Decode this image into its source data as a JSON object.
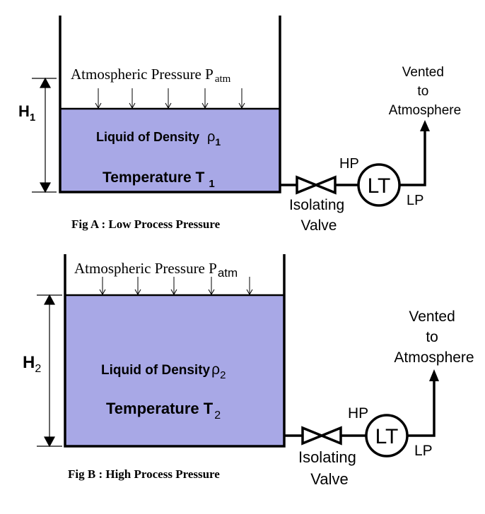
{
  "colors": {
    "liquid": "#a8a8e6",
    "line": "#000000",
    "background": "#ffffff"
  },
  "figA": {
    "atm_label": "Atmospheric Pressure P",
    "atm_sub": "atm",
    "height_label": "H",
    "height_sub": "1",
    "density_label": "Liquid of Density ",
    "density_symbol": "ρ",
    "density_sub": "1",
    "temperature_label": "Temperature T",
    "temperature_sub": "1",
    "hp_label": "HP",
    "lp_label": "LP",
    "lt_label": "LT",
    "valve_label_line1": "Isolating",
    "valve_label_line2": "Valve",
    "vent_line1": "Vented",
    "vent_line2": "to",
    "vent_line3": "Atmosphere",
    "caption": "Fig A : Low Process Pressure"
  },
  "figB": {
    "atm_label": "Atmospheric Pressure P",
    "atm_sub": "atm",
    "height_label": "H",
    "height_sub": "2",
    "density_label": "Liquid of Density",
    "density_symbol": "ρ",
    "density_sub": "2",
    "temperature_label": "Temperature T",
    "temperature_sub": "2",
    "hp_label": "HP",
    "lp_label": "LP",
    "lt_label": "LT",
    "valve_label_line1": "Isolating",
    "valve_label_line2": "Valve",
    "vent_line1": "Vented",
    "vent_line2": "to",
    "vent_line3": "Atmosphere",
    "caption": "Fig B : High Process Pressure"
  }
}
